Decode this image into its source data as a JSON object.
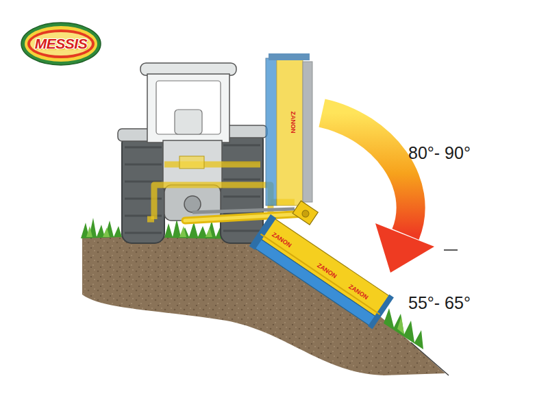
{
  "diagram": {
    "nodes": [
      {
        "text": [
          "MESSIS"
        ]
      }
    ],
    "labels": [
      "ZANON",
      "ZANON",
      "ZANON",
      "ZANON",
      "80°- 90°",
      "55°- 65°"
    ]
  }
}
